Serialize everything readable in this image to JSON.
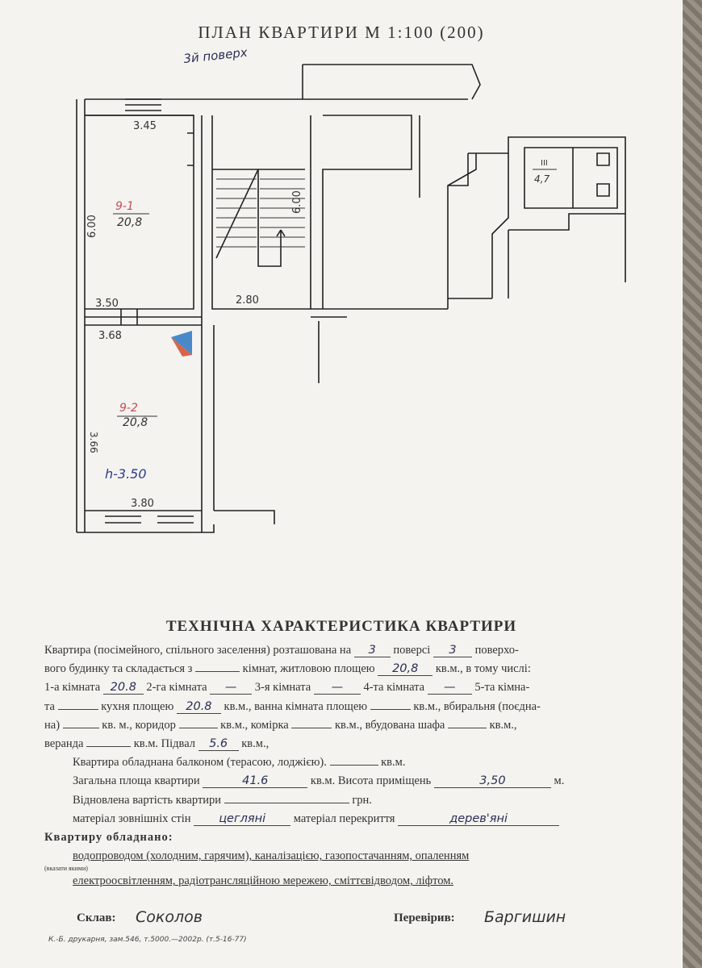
{
  "title": "ПЛАН КВАРТИРИ М 1:100 (200)",
  "floor_note": "3й поверх",
  "plan": {
    "dims": {
      "top_left": "3.45",
      "left_upper": "6.00",
      "stair_right": "6.00",
      "room1_bottom": "3.50",
      "stair_bottom": "2.80",
      "room2_top": "3.68",
      "left_lower": "3.66",
      "room2_bottom": "3.80"
    },
    "rooms": [
      {
        "num": "9-1",
        "area": "20,8"
      },
      {
        "num": "9-2",
        "area": "20,8"
      }
    ],
    "height_note": "h-3.50",
    "basement": {
      "num": "III",
      "area": "4,7"
    }
  },
  "section_title": "ТЕХНІЧНА ХАРАКТЕРИСТИКА КВАРТИРИ",
  "form": {
    "l1_a": "Квартира (посімейного, спільного заселення) розташована на",
    "floor": "3",
    "l1_b": "поверсі",
    "floors_total": "3",
    "l1_c": "поверхо-",
    "l2_a": "вого будинку та складається з",
    "l2_b": "кімнат, житловою площею",
    "living_area": "20,8",
    "l2_c": "кв.м., в тому числі:",
    "l3_a": "1-а кімната",
    "room1": "20.8",
    "l3_b": "2-га кімната",
    "room2": "—",
    "l3_c": "3-я кімната",
    "room3": "—",
    "l3_d": "4-та кімната",
    "room4": "—",
    "l3_e": "5-та кімна-",
    "l4_a": "та",
    "l4_b": "кухня площею",
    "kitchen": "20.8",
    "l4_c": "кв.м., ванна кімната площею",
    "l4_d": "кв.м., вбиральня (поєдна-",
    "l5_a": "на)",
    "l5_b": "кв. м., коридор",
    "l5_c": "кв.м., комірка",
    "l5_d": "кв.м., вбудована шафа",
    "l5_e": "кв.м.,",
    "l6_a": "веранда",
    "l6_b": "кв.м. Підвал",
    "basement_area": "5.6",
    "l6_c": "кв.м.,",
    "l7_a": "Квартира обладнана балконом (терасою, лоджією).",
    "l7_b": "кв.м.",
    "l8_a": "Загальна площа квартири",
    "total_area": "41.6",
    "l8_b": "кв.м. Висота приміщень",
    "height": "3,50",
    "l8_c": "м.",
    "l9_a": "Відновлена вартість квартири",
    "l9_b": "грн.",
    "l10_a": "матеріал зовнішніх стін",
    "walls": "цегляні",
    "l10_b": "матеріал перекриття",
    "floors_material": "дерев'яні",
    "equipped": "Квартиру обладнано:",
    "eq1": "водопроводом (холодним, гарячим), каналізацією, газопостачанням, опаленням",
    "eq_note": "(вказати якими)",
    "eq2": "електроосвітленням, радіотрансляційною мережею, сміттєвідводом, ліфтом."
  },
  "signatures": {
    "made_label": "Склав:",
    "made_name": "Соколов",
    "checked_label": "Перевірив:",
    "checked_name": "Баргишин"
  },
  "printer": "К.-Б. друкарня, зам.546, т.5000.—2002р. (т.5-16-77)"
}
